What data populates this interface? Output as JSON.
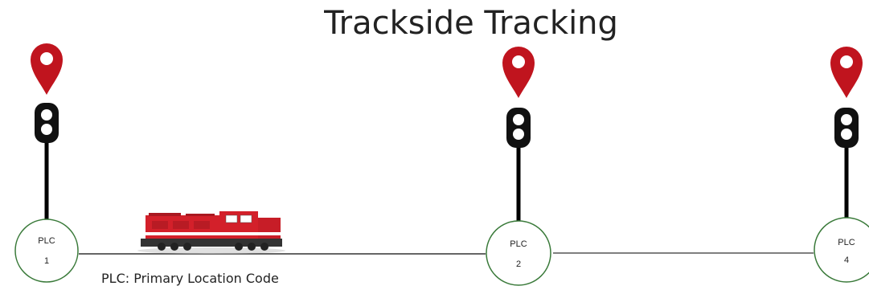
{
  "title": "Trackside Tracking",
  "legend": "PLC: Primary Location Code",
  "stations": [
    {
      "abbr": "PLC",
      "number": "1",
      "icon": "location-pin-icon",
      "signal": "signal-light-icon"
    },
    {
      "abbr": "PLC",
      "number": "2",
      "icon": "location-pin-icon",
      "signal": "signal-light-icon"
    },
    {
      "abbr": "PLC",
      "number": "4",
      "icon": "location-pin-icon",
      "signal": "signal-light-icon"
    }
  ],
  "train": {
    "icon": "locomotive-icon"
  },
  "colors": {
    "pin": "#c0141e",
    "signal": "#111111",
    "lamp": "#ffffff",
    "track": "#333333",
    "plc_border": "#3a7a3a",
    "train_body": "#d3202a",
    "train_stripe": "#ffffff"
  }
}
